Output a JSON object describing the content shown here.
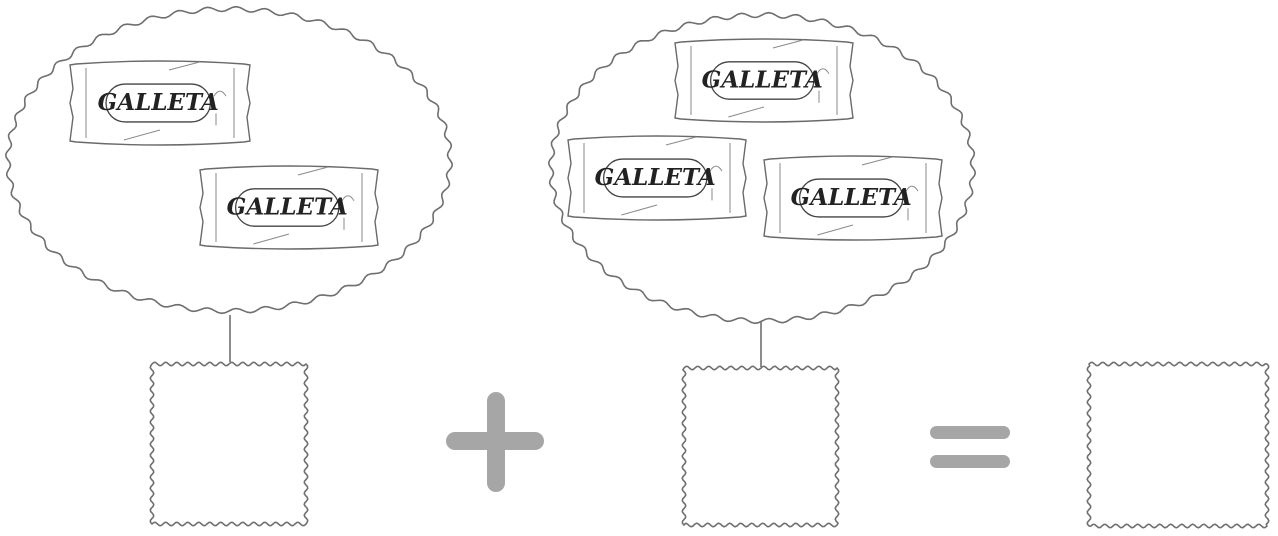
{
  "worksheet": {
    "group_left": {
      "item_count": 2,
      "item_label": "GALLETA"
    },
    "group_right": {
      "item_count": 3,
      "item_label": "GALLETA"
    },
    "answer_boxes": [
      "",
      "",
      ""
    ],
    "operators": [
      "plus-sign",
      "equals-sign"
    ],
    "colors": {
      "outline": "#6f6f6f",
      "operator_gray": "#a6a6a6",
      "background": "#ffffff"
    }
  }
}
